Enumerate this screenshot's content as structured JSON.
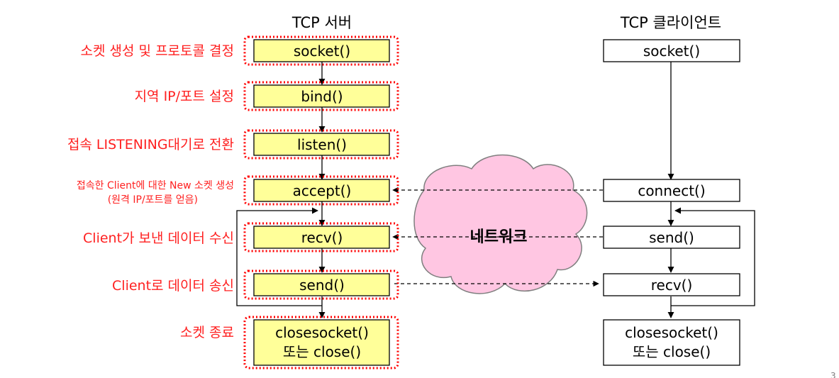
{
  "server": {
    "title": "TCP 서버",
    "steps": [
      {
        "func": "socket()",
        "label": "소켓 생성 및 프로토콜 결정"
      },
      {
        "func": "bind()",
        "label": "지역 IP/포트 설정"
      },
      {
        "func": "listen()",
        "label": "접속 LISTENING대기로 전환"
      },
      {
        "func": "accept()",
        "label_line1": "접속한 Client에 대한 New 소켓 생성",
        "label_line2": "(원격 IP/포트를 얻음)"
      },
      {
        "func": "recv()",
        "label": "Client가 보낸 데이터 수신"
      },
      {
        "func": "send()",
        "label": "Client로 데이터 송신"
      },
      {
        "func_line1": "closesocket()",
        "func_line2": "또는 close()",
        "label": "소켓 종료"
      }
    ]
  },
  "client": {
    "title": "TCP 클라이언트",
    "steps": [
      {
        "func": "socket()"
      },
      {
        "func": "connect()"
      },
      {
        "func": "send()"
      },
      {
        "func": "recv()"
      },
      {
        "func_line1": "closesocket()",
        "func_line2": "또는 close()"
      }
    ]
  },
  "network": {
    "label": "네트워크"
  },
  "colors": {
    "server_box_fill": "#ffff99",
    "highlight_dots": "#ff0000",
    "label_text": "#ff2020",
    "cloud_fill": "#ffc6e2",
    "cloud_stroke": "#7f7f7f"
  },
  "page": {
    "number": "3"
  }
}
